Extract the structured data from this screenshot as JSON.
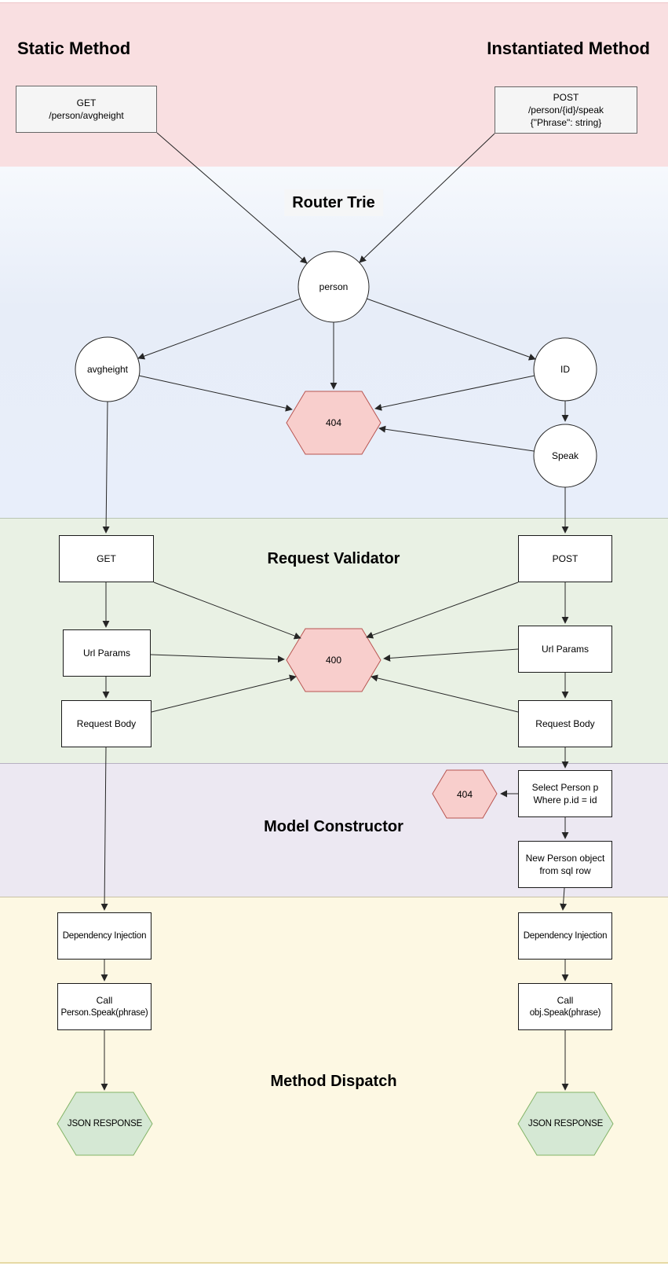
{
  "headings": {
    "static_method": "Static Method",
    "instantiated_method": "Instantiated Method"
  },
  "section_titles": {
    "router_trie": "Router Trie",
    "request_validator": "Request Validator",
    "model_constructor": "Model Constructor",
    "method_dispatch": "Method Dispatch"
  },
  "nodes": {
    "static_request": {
      "lines": [
        "GET",
        "/person/avgheight"
      ]
    },
    "instantiated_request": {
      "lines": [
        "POST",
        "/person/{id}/speak",
        "{\"Phrase\": string}"
      ]
    },
    "trie_person": "person",
    "trie_avgheight": "avgheight",
    "trie_id": "ID",
    "trie_speak": "Speak",
    "trie_404": "404",
    "validator_get": "GET",
    "validator_post": "POST",
    "validator_url_params_left": "Url Params",
    "validator_url_params_right": "Url Params",
    "validator_request_body_left": "Request Body",
    "validator_request_body_right": "Request Body",
    "validator_400": "400",
    "model_404": "404",
    "model_select": {
      "lines": [
        "Select Person p",
        "Where p.id = id"
      ]
    },
    "model_new_person": {
      "lines": [
        "New Person object",
        "from sql row"
      ]
    },
    "dispatch_di_left": "Dependency Injection",
    "dispatch_di_right": "Dependency Injection",
    "dispatch_call_left": {
      "lines": [
        "Call",
        "Person.Speak(phrase)"
      ]
    },
    "dispatch_call_right": {
      "lines": [
        "Call",
        "obj.Speak(phrase)"
      ]
    },
    "dispatch_json_left": "JSON RESPONSE",
    "dispatch_json_right": "JSON RESPONSE"
  },
  "colors": {
    "band_pink": "#f9dfe1",
    "band_blue": "#e8eefa",
    "band_green": "#e9f1e4",
    "band_purple": "#ece8f2",
    "band_yellow": "#fdf8e3",
    "error_fill": "#f8cecc",
    "error_stroke": "#b85450",
    "success_fill": "#d5e8d4",
    "success_stroke": "#82b366",
    "node_fill": "#ffffff",
    "entry_node_fill": "#f5f5f5"
  }
}
